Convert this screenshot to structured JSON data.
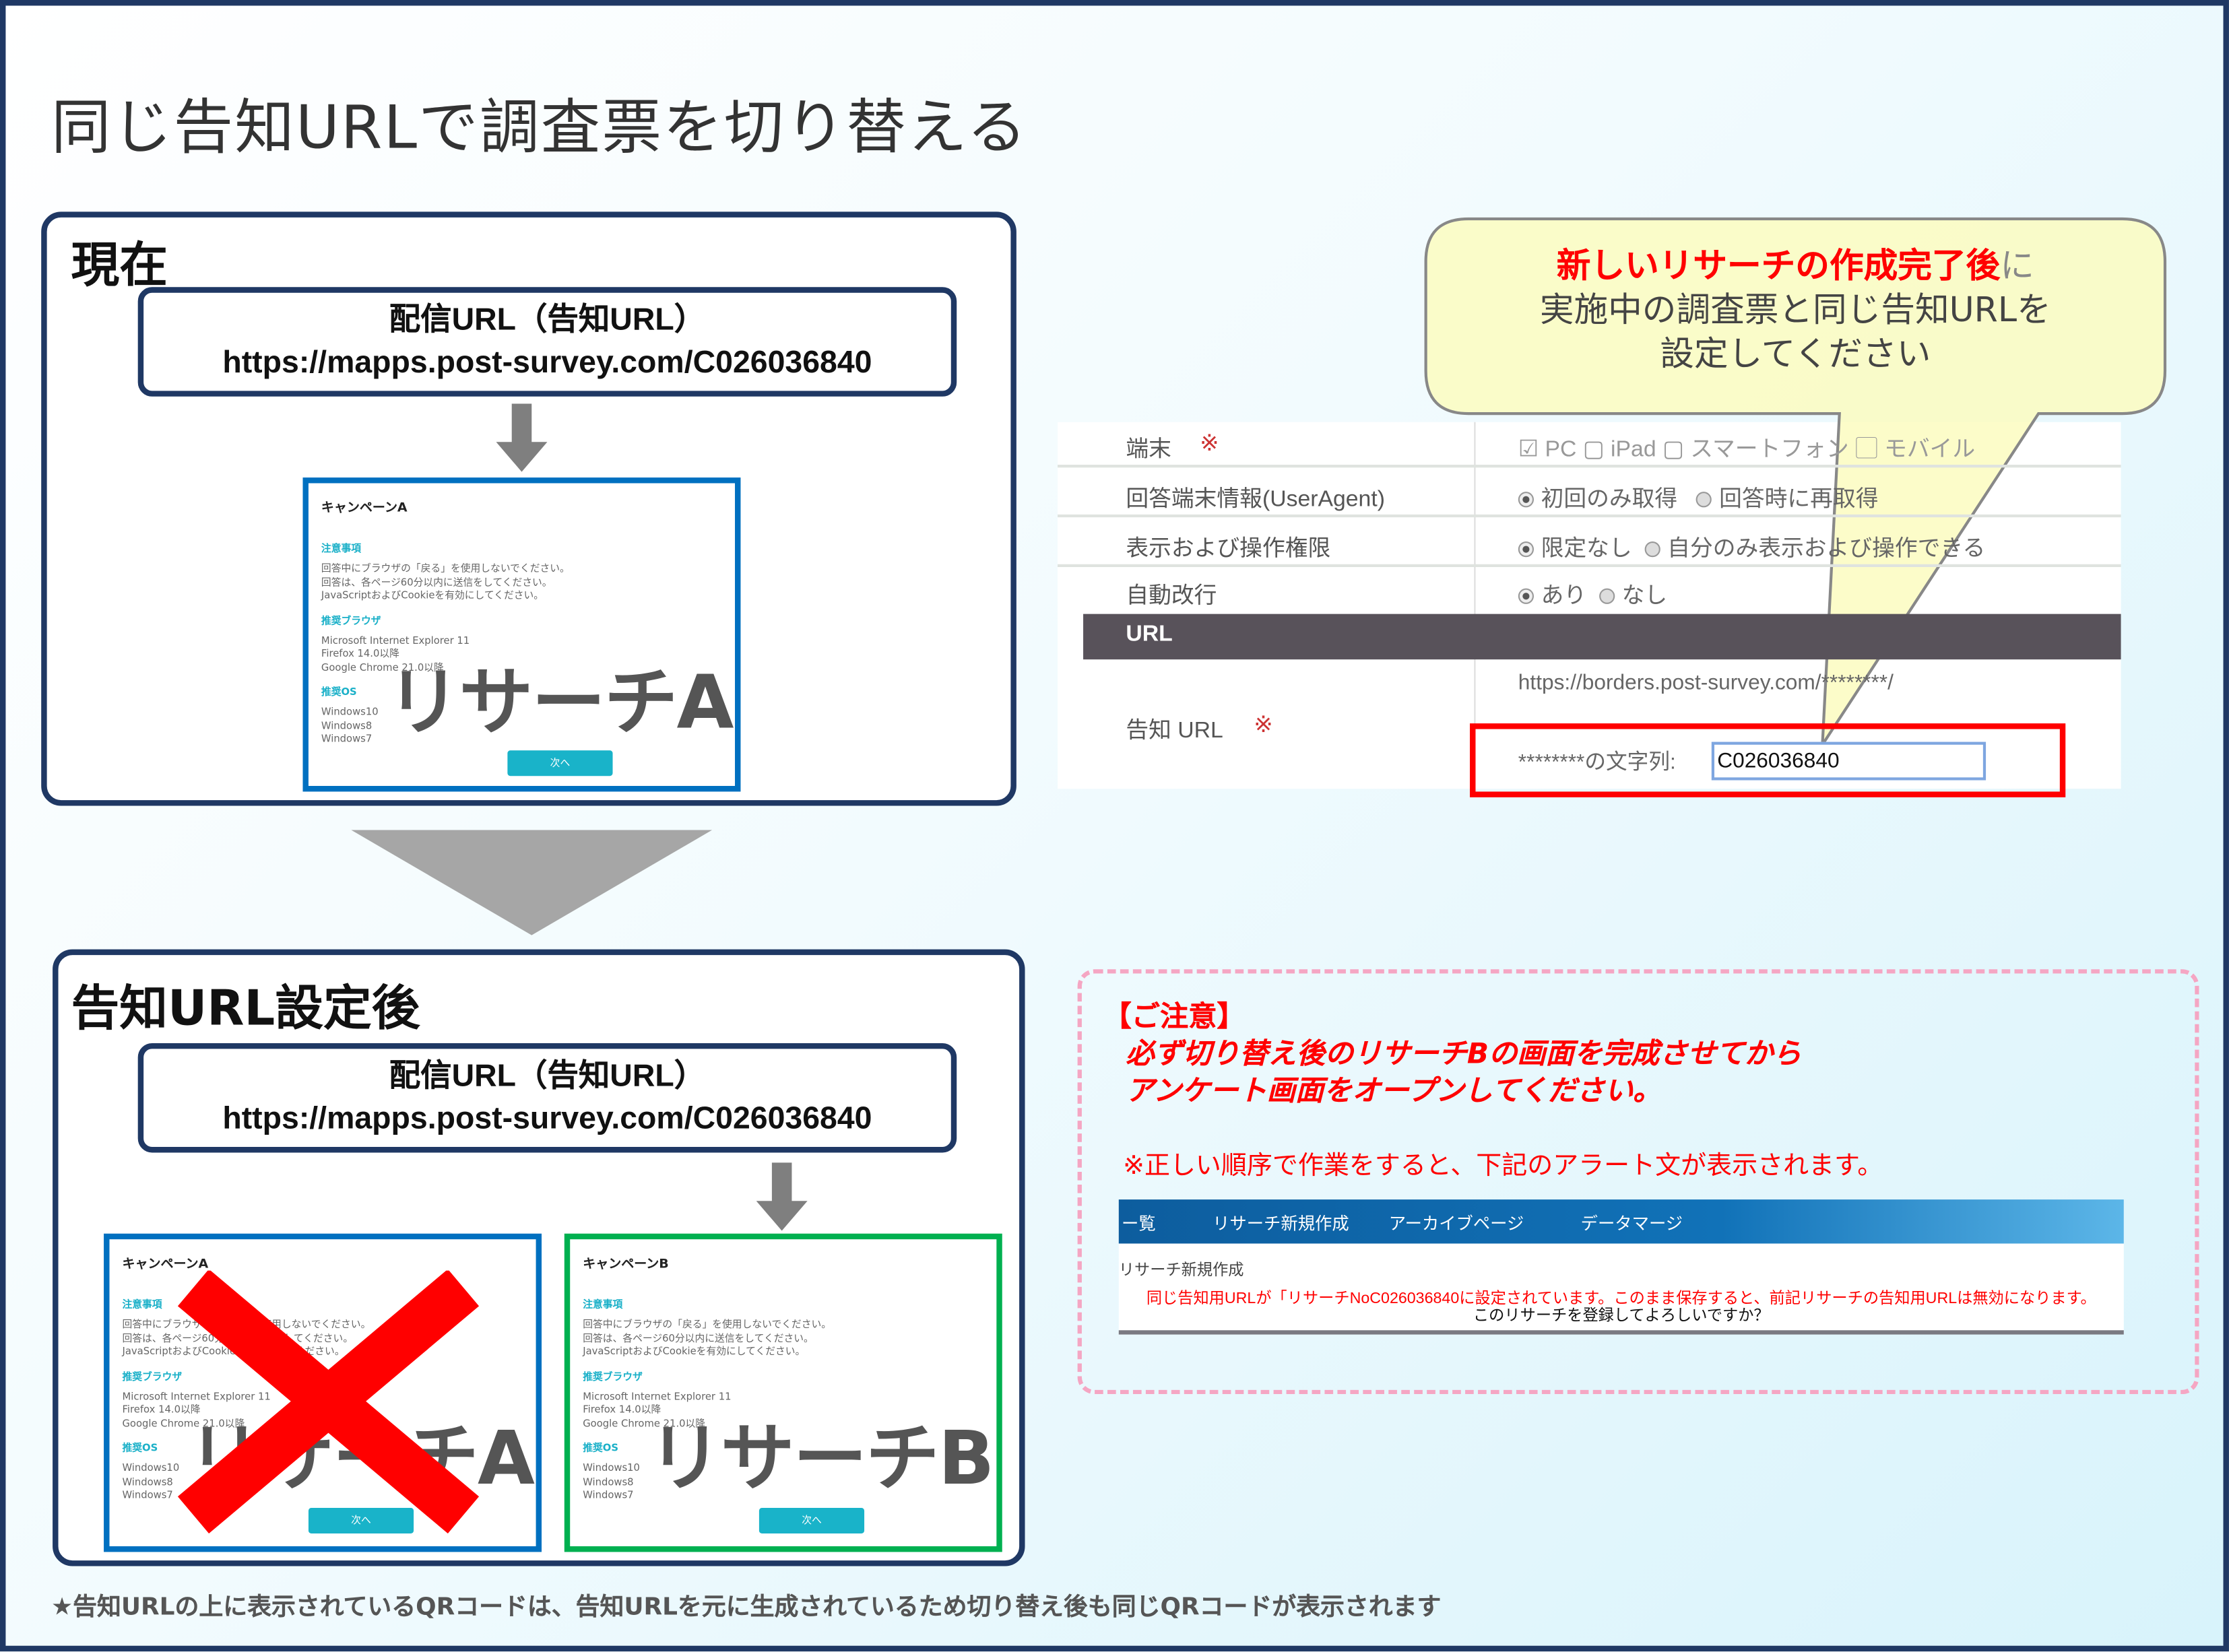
{
  "title": "同じ告知URLで調査票を切り替える",
  "current": {
    "label": "現在",
    "url_heading": "配信URL（告知URL）",
    "url": "https://mapps.post-survey.com/C026036840"
  },
  "after": {
    "label": "告知URL設定後",
    "url_heading": "配信URL（告知URL）",
    "url": "https://mapps.post-survey.com/C026036840"
  },
  "cards": {
    "a": {
      "campaign": "キャンペーンA",
      "overlay": "リサーチA",
      "border_color": "#0070c0"
    },
    "b": {
      "campaign": "キャンペーンB",
      "overlay": "リサーチB",
      "border_color": "#00b050"
    },
    "notes_heading": "注意事項",
    "notes": [
      "回答中にブラウザの「戻る」を使用しないでください。",
      "回答は、各ページ60分以内に送信をしてください。",
      "JavaScriptおよびCookieを有効にしてください。"
    ],
    "browsers_heading": "推奨ブラウザ",
    "browsers": [
      "Microsoft Internet Explorer 11",
      "Firefox 14.0以降",
      "Google Chrome 21.0以降"
    ],
    "os_heading": "推奨OS",
    "os": [
      "Windows10",
      "Windows8",
      "Windows7"
    ],
    "next_button": "次へ"
  },
  "form": {
    "rows": [
      {
        "label": "端末",
        "required": "※",
        "value": "☑ PC ▢ iPad ▢ スマートフォン ▢ モバイル"
      },
      {
        "label": "回答端末情報(UserAgent)",
        "options": [
          "初回のみ取得",
          "回答時に再取得"
        ]
      },
      {
        "label": "表示および操作権限",
        "options": [
          "限定なし",
          "自分のみ表示および操作できる"
        ]
      },
      {
        "label": "自動改行",
        "options": [
          "あり",
          "なし"
        ]
      }
    ],
    "section": "URL",
    "notice_label": "告知 URL",
    "required": "※",
    "base_url": "https://borders.post-survey.com/********/",
    "string_label": "********の文字列:",
    "string_value": "C026036840"
  },
  "callout": {
    "highlight": "新しいリサーチの作成完了後",
    "rest": "に",
    "line2": "実施中の調査票と同じ告知URLを",
    "line3": "設定してください"
  },
  "caution": {
    "heading": "【ご注意】",
    "line1": "必ず切り替え後のリサーチBの画面を完成させてから",
    "line2": "アンケート画面をオープンしてください。",
    "note": "※正しい順序で作業をすると、下記のアラート文が表示されます。"
  },
  "alert_screen": {
    "nav": [
      "ー覧",
      "リサーチ新規作成",
      "アーカイブページ",
      "データマージ"
    ],
    "page_title": "リサーチ新規作成",
    "message": "同じ告知用URLが「リサーチNoC026036840に設定されています。このまま保存すると、前記リサーチの告知用URLは無効になります。",
    "question": "このリサーチを登録してよろしいですか？"
  },
  "footer": "★告知URLの上に表示されているQRコードは、告知URLを元に生成されているため切り替え後も同じQRコードが表示されます",
  "colors": {
    "navy": "#1f3864",
    "alert_red": "#ff0000",
    "callout_bg": "#fbfbc8",
    "caution_border": "#f5a6c3"
  }
}
